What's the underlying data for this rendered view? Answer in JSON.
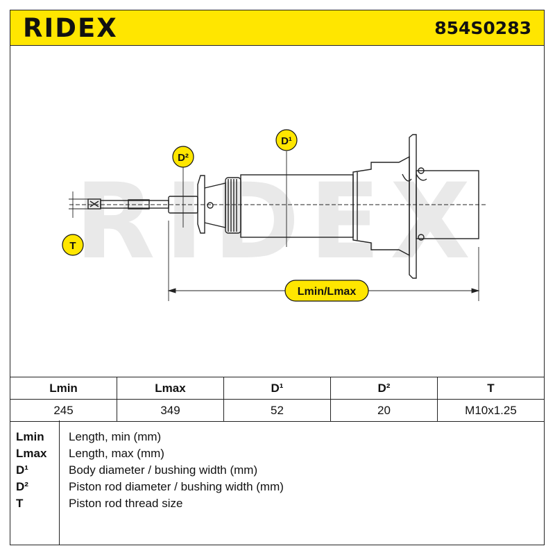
{
  "header": {
    "brand": "RIDEX",
    "part_number": "854S0283"
  },
  "drawing": {
    "watermark": "RIDEX",
    "labels": {
      "d1": "D¹",
      "d2": "D²",
      "t": "T",
      "length": "Lmin/Lmax"
    }
  },
  "specs": {
    "headers": [
      "Lmin",
      "Lmax",
      "D¹",
      "D²",
      "T"
    ],
    "values": [
      "245",
      "349",
      "52",
      "20",
      "M10x1.25"
    ]
  },
  "legend": [
    {
      "key": "Lmin",
      "desc": "Length, min (mm)"
    },
    {
      "key": "Lmax",
      "desc": "Length, max (mm)"
    },
    {
      "key": "D¹",
      "desc": "Body diameter / bushing width (mm)"
    },
    {
      "key": "D²",
      "desc": "Piston rod diameter / bushing width (mm)"
    },
    {
      "key": "T",
      "desc": "Piston rod thread size"
    }
  ],
  "colors": {
    "accent": "#ffe600",
    "line": "#222222",
    "watermark": "#e6e6e6"
  }
}
